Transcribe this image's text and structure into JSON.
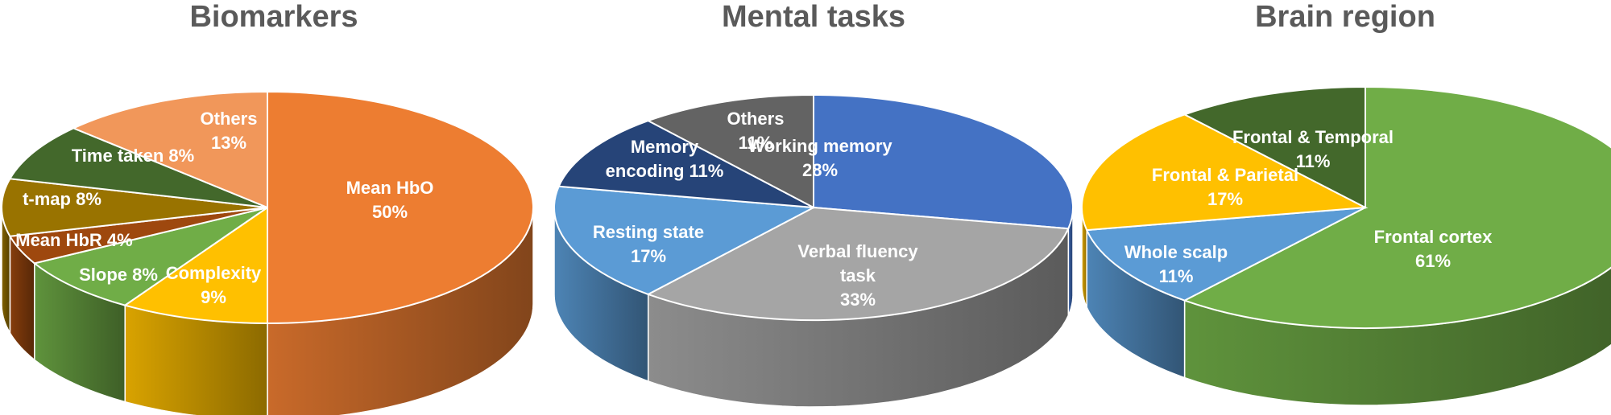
{
  "chart_data": [
    {
      "type": "pie",
      "title": "Biomarkers",
      "slices": [
        {
          "label": "Mean HbO",
          "value": 50,
          "pct": "50%",
          "color": "#ED7D31",
          "label_lines": [
            "Mean HbO",
            "50%"
          ]
        },
        {
          "label": "Complexity",
          "value": 9,
          "pct": "9%",
          "color": "#FFC000",
          "label_lines": [
            "Complexity",
            "9%"
          ]
        },
        {
          "label": "Slope",
          "value": 8,
          "pct": "8%",
          "color": "#70AD47",
          "label_lines": [
            "Slope 8%"
          ]
        },
        {
          "label": "Mean HbR",
          "value": 4,
          "pct": "4%",
          "color": "#9E480E",
          "label_lines": [
            "Mean HbR 4%"
          ]
        },
        {
          "label": "t-map",
          "value": 8,
          "pct": "8%",
          "color": "#997300",
          "label_lines": [
            "t-map 8%"
          ]
        },
        {
          "label": "Time taken",
          "value": 8,
          "pct": "8%",
          "color": "#43682B",
          "label_lines": [
            "Time taken 8%"
          ]
        },
        {
          "label": "Others",
          "value": 13,
          "pct": "13%",
          "color": "#F1975A",
          "label_lines": [
            "Others",
            "13%"
          ]
        }
      ]
    },
    {
      "type": "pie",
      "title": "Mental tasks",
      "slices": [
        {
          "label": "Working memory",
          "value": 28,
          "pct": "28%",
          "color": "#4472C4",
          "label_lines": [
            "Working memory",
            "28%"
          ]
        },
        {
          "label": "Verbal fluency task",
          "value": 33,
          "pct": "33%",
          "color": "#A5A5A5",
          "label_lines": [
            "Verbal fluency",
            "task",
            "33%"
          ]
        },
        {
          "label": "Resting state",
          "value": 17,
          "pct": "17%",
          "color": "#5B9BD5",
          "label_lines": [
            "Resting state",
            "17%"
          ]
        },
        {
          "label": "Memory encoding",
          "value": 11,
          "pct": "11%",
          "color": "#264478",
          "label_lines": [
            "Memory",
            "encoding 11%"
          ]
        },
        {
          "label": "Others",
          "value": 11,
          "pct": "11%",
          "color": "#636363",
          "label_lines": [
            "Others",
            "11%"
          ]
        }
      ]
    },
    {
      "type": "pie",
      "title": "Brain region",
      "slices": [
        {
          "label": "Frontal cortex",
          "value": 61,
          "pct": "61%",
          "color": "#70AD47",
          "label_lines": [
            "Frontal cortex",
            "61%"
          ]
        },
        {
          "label": "Whole scalp",
          "value": 11,
          "pct": "11%",
          "color": "#5B9BD5",
          "label_lines": [
            "Whole scalp",
            "11%"
          ]
        },
        {
          "label": "Frontal & Parietal",
          "value": 17,
          "pct": "17%",
          "color": "#FFC000",
          "label_lines": [
            "Frontal & Parietal",
            "17%"
          ]
        },
        {
          "label": "Frontal & Temporal",
          "value": 11,
          "pct": "11%",
          "color": "#43682B",
          "label_lines": [
            "Frontal & Temporal",
            "11%"
          ]
        }
      ]
    }
  ]
}
